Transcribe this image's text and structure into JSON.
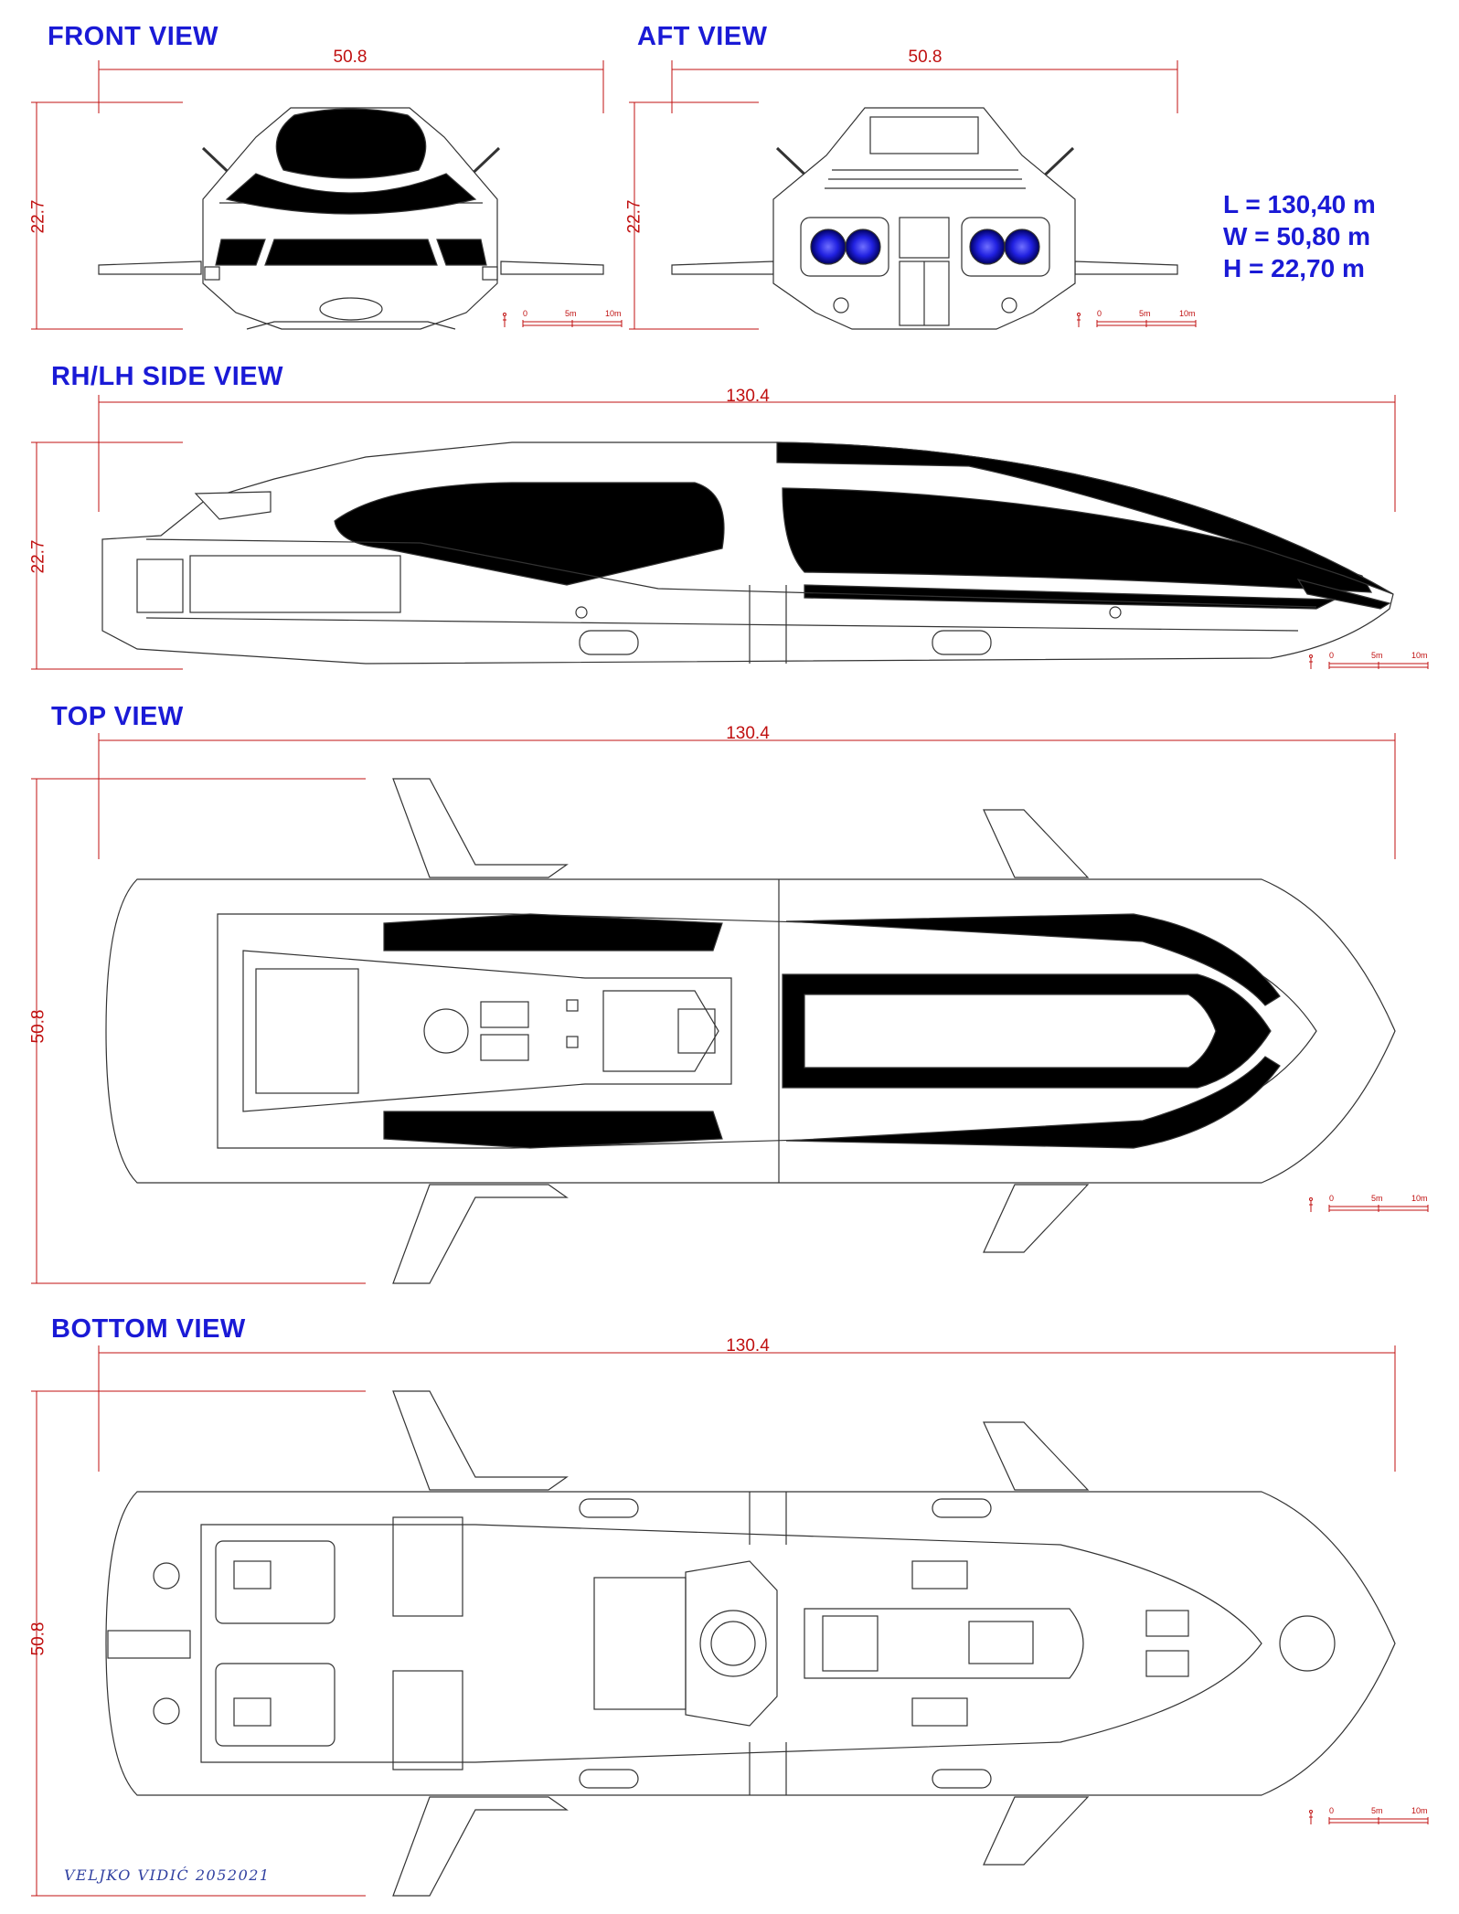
{
  "titles": {
    "front": "FRONT VIEW",
    "aft": "AFT VIEW",
    "side": "RH/LH SIDE VIEW",
    "top": "TOP VIEW",
    "bottom": "BOTTOM VIEW"
  },
  "dimensions": {
    "front_width": "50.8",
    "front_height": "22.7",
    "aft_width": "50.8",
    "aft_height": "22.7",
    "side_length": "130.4",
    "side_height": "22.7",
    "top_length": "130.4",
    "top_width": "50.8",
    "bottom_length": "130.4",
    "bottom_width": "50.8"
  },
  "specs": {
    "length": "L = 130,40 m",
    "width": "W = 50,80 m",
    "height": "H = 22,70 m"
  },
  "scale_bar": {
    "start": "0",
    "mid": "5m",
    "end": "10m"
  },
  "signature": "VELJKO VIDIĆ 2052021",
  "colors": {
    "title": "#1a1ad6",
    "dimension": "#c01010",
    "engine_glow": "#2020e0",
    "line": "#333333",
    "panel": "#000000"
  }
}
